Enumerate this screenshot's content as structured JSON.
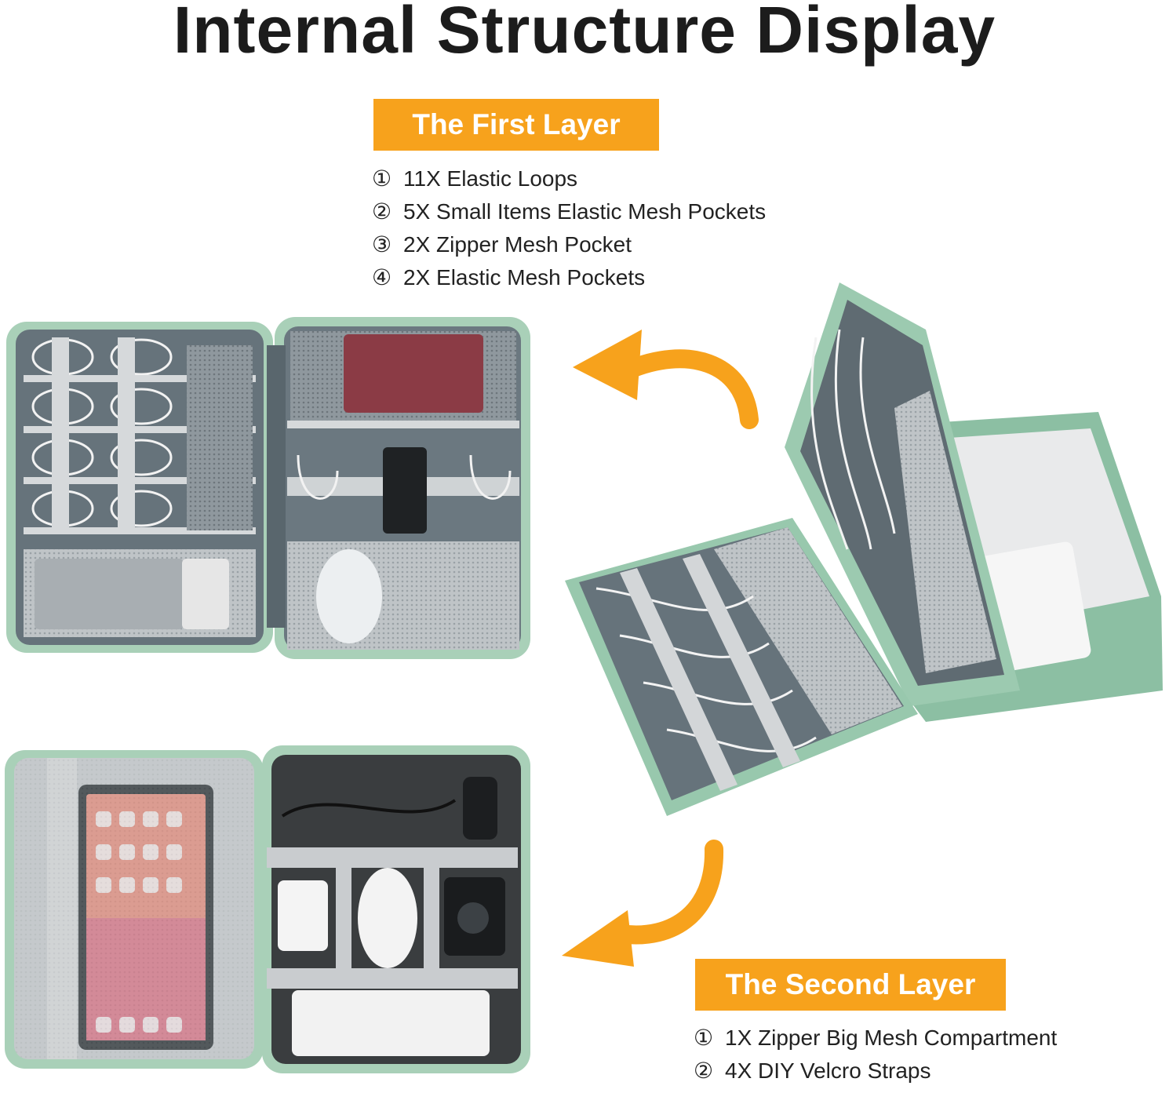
{
  "title": "Internal Structure Display",
  "first_layer": {
    "heading": "The First Layer",
    "items": [
      {
        "num": "①",
        "text": "11X Elastic Loops"
      },
      {
        "num": "②",
        "text": "5X Small Items Elastic Mesh Pockets"
      },
      {
        "num": "③",
        "text": "2X Zipper Mesh Pocket"
      },
      {
        "num": "④",
        "text": "2X Elastic Mesh Pockets"
      }
    ]
  },
  "second_layer": {
    "heading": "The Second Layer",
    "items": [
      {
        "num": "①",
        "text": "1X Zipper Big Mesh Compartment"
      },
      {
        "num": "②",
        "text": "4X DIY Velcro Straps"
      }
    ]
  },
  "colors": {
    "accent_orange": "#f7a21c",
    "case_green": "#8fc3a5",
    "lining_gray": "#6e7b83",
    "mesh_gray": "#c9cdcf"
  }
}
